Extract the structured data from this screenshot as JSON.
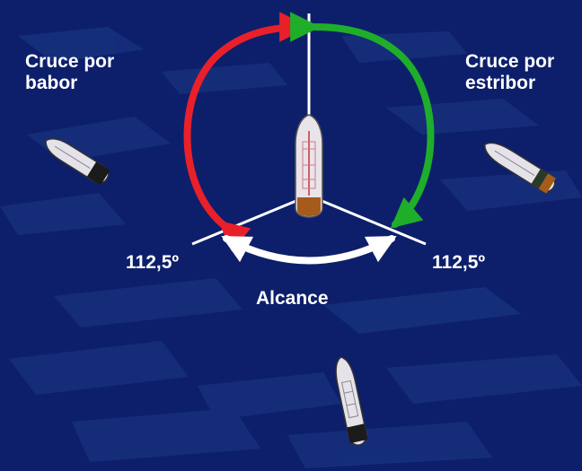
{
  "labels": {
    "port_crossing": [
      "Cruce por",
      "babor"
    ],
    "starboard_crossing": [
      "Cruce por",
      "estribor"
    ],
    "angle_left": "112,5º",
    "angle_right": "112,5º",
    "range": "Alcance"
  },
  "colors": {
    "sea": "#0d1f6b",
    "sea_texture": "#1c3a86",
    "port_arrow": "#e8202a",
    "starboard_arrow": "#1fae2a",
    "lines": "#ffffff",
    "stern_arrow": "#ffffff"
  }
}
